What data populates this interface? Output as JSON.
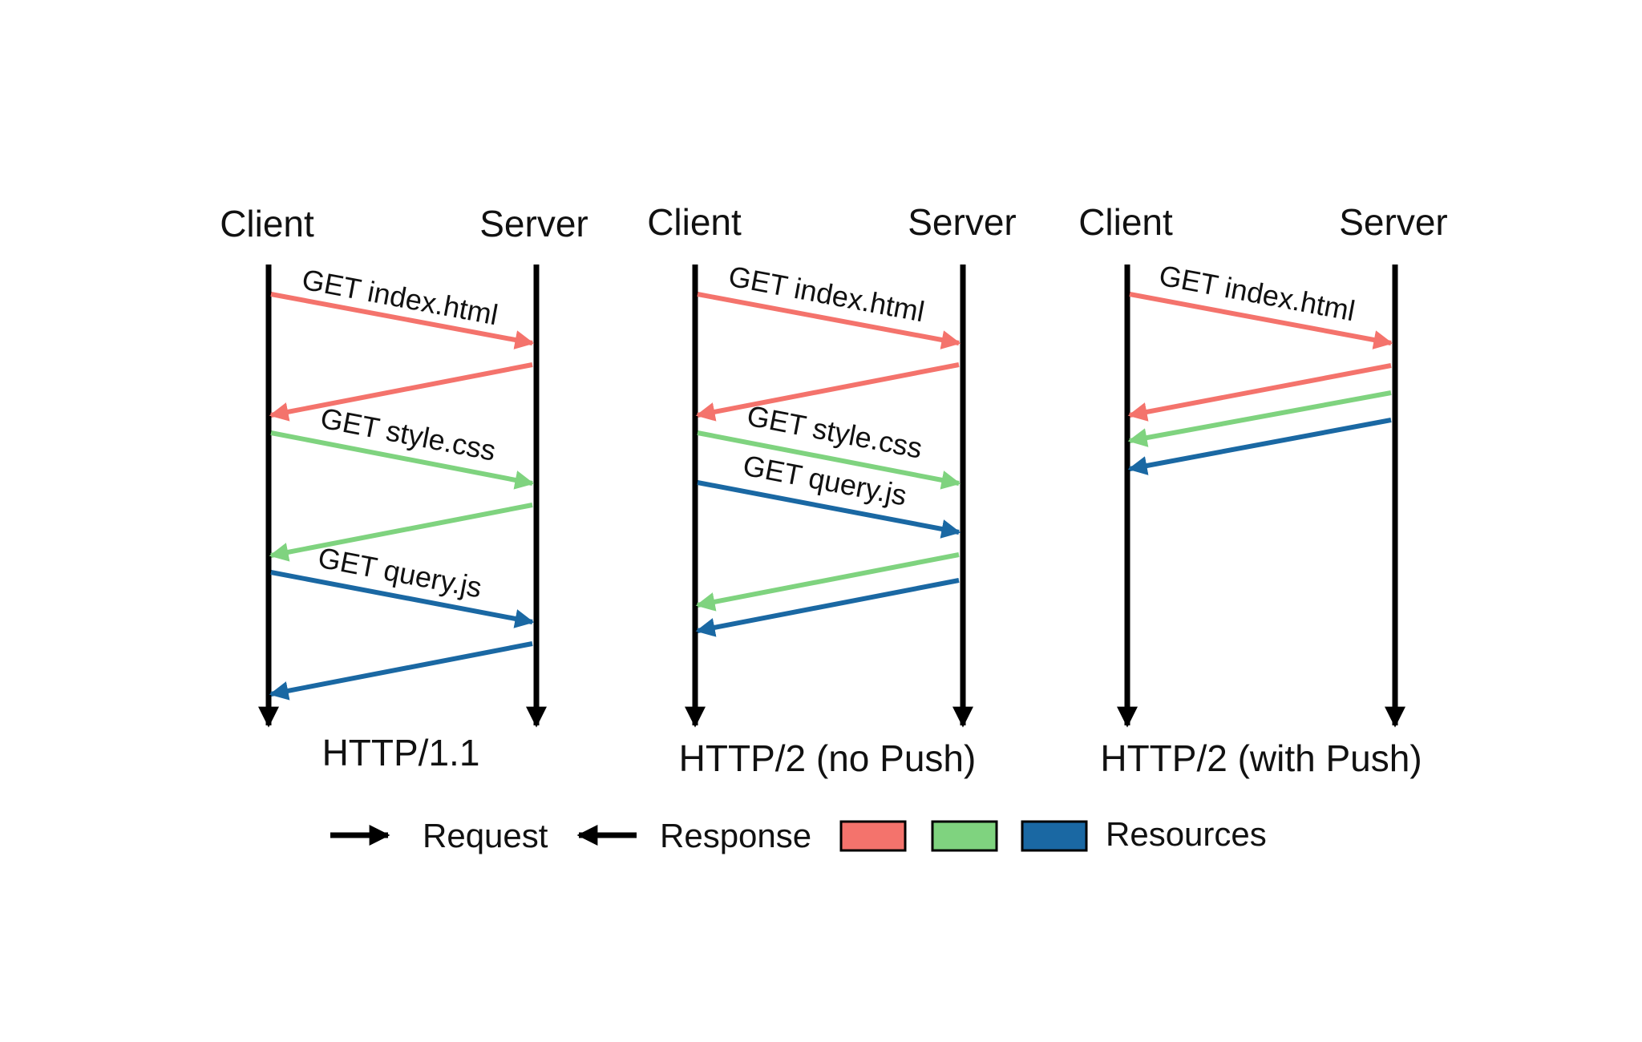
{
  "colors": {
    "lifeline": "#000000",
    "html": "#f4736c",
    "css": "#7fd37f",
    "js": "#1a68a3"
  },
  "panels": [
    {
      "client_label": "Client",
      "server_label": "Server",
      "caption": "HTTP/1.1",
      "messages": [
        {
          "kind": "request",
          "resource": "html",
          "label": "GET index.html"
        },
        {
          "kind": "response",
          "resource": "html",
          "label": ""
        },
        {
          "kind": "request",
          "resource": "css",
          "label": "GET style.css"
        },
        {
          "kind": "response",
          "resource": "css",
          "label": ""
        },
        {
          "kind": "request",
          "resource": "js",
          "label": "GET query.js"
        },
        {
          "kind": "response",
          "resource": "js",
          "label": ""
        }
      ]
    },
    {
      "client_label": "Client",
      "server_label": "Server",
      "caption": "HTTP/2 (no Push)",
      "messages": [
        {
          "kind": "request",
          "resource": "html",
          "label": "GET index.html"
        },
        {
          "kind": "response",
          "resource": "html",
          "label": ""
        },
        {
          "kind": "request",
          "resource": "css",
          "label": "GET style.css"
        },
        {
          "kind": "request",
          "resource": "js",
          "label": "GET query.js"
        },
        {
          "kind": "response",
          "resource": "css",
          "label": ""
        },
        {
          "kind": "response",
          "resource": "js",
          "label": ""
        }
      ]
    },
    {
      "client_label": "Client",
      "server_label": "Server",
      "caption": "HTTP/2 (with Push)",
      "messages": [
        {
          "kind": "request",
          "resource": "html",
          "label": "GET index.html"
        },
        {
          "kind": "response",
          "resource": "html",
          "label": ""
        },
        {
          "kind": "response",
          "resource": "css",
          "label": ""
        },
        {
          "kind": "response",
          "resource": "js",
          "label": ""
        }
      ]
    }
  ],
  "legend": {
    "request_label": "Request",
    "response_label": "Response",
    "resources_label": "Resources",
    "swatches": [
      "html",
      "css",
      "js"
    ]
  }
}
